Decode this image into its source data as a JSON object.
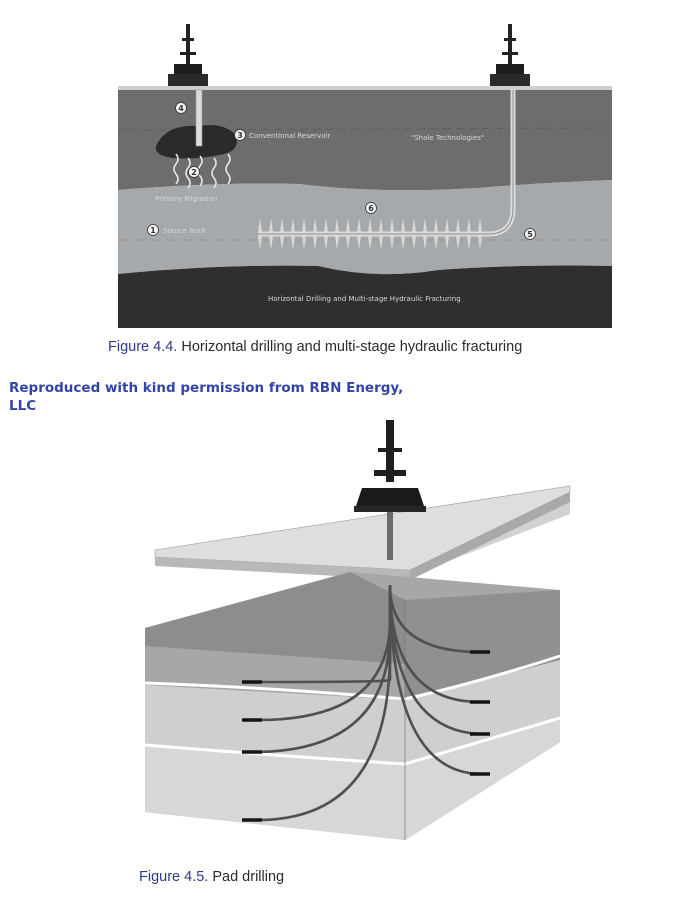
{
  "figure1": {
    "labels": {
      "conventional_reservoir": "Conventional Reservoir",
      "shale_technologies": "\"Shale Technologies\"",
      "primary_migration": "Primary Migration",
      "source_rock": "Source Rock",
      "horizontal_drilling": "Horizontal Drilling and Multi-stage Hydraulic Fracturing"
    },
    "markers": {
      "m1": "1",
      "m2": "2",
      "m3": "3",
      "m4": "4",
      "m5": "5",
      "m6": "6"
    },
    "caption_label": "Figure 4.4.",
    "caption_text": " Horizontal drilling and multi-stage hydraulic fracturing"
  },
  "credit": "Reproduced with kind permission from RBN Energy, LLC",
  "figure2": {
    "caption_label": "Figure 4.5.",
    "caption_text": " Pad drilling"
  }
}
